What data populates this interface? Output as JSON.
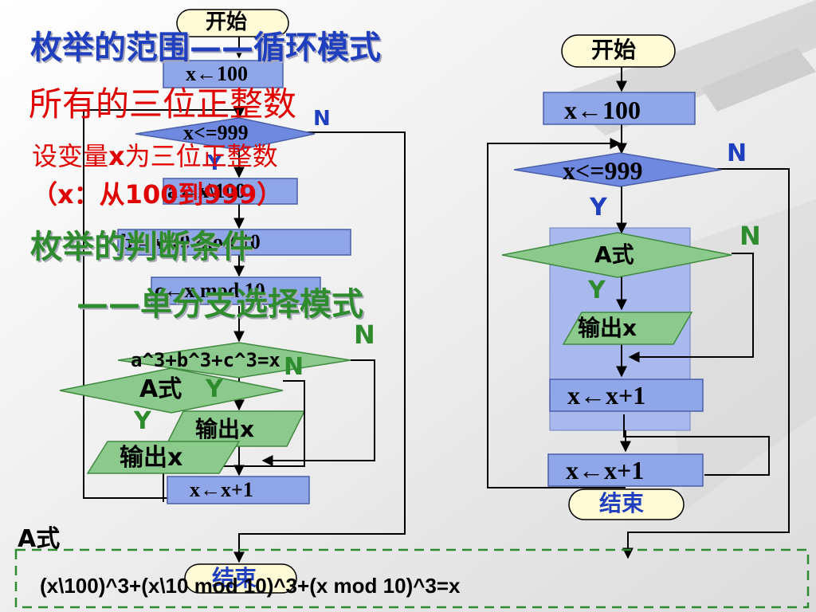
{
  "slide": {
    "title_enum_range": "枚举的范围——循环模式",
    "range_desc": "所有的三位正整数",
    "var_desc_pre": "设变量",
    "var_desc_x": "x",
    "var_desc_post": "为三位正整数",
    "range_paren_open": "（",
    "range_paren_x": "x",
    "range_paren_colon": "：从",
    "range_from": "100",
    "range_to_word": "到",
    "range_to": "999",
    "range_paren_close": "）",
    "title_condition": "枚举的判断条件",
    "title_branch": "——单分支选择模式",
    "a_formula_label": "A式",
    "a_formula": "(x\\100)^3+(x\\10 mod 10)^3+(x mod 10)^3=x"
  },
  "left_flowchart": {
    "start": "开始",
    "init": "x←100",
    "loop_cond": "x<=999",
    "loop_no": "N",
    "loop_yes": "Y",
    "step_a": "a←x\\100",
    "step_b": "b←x\\10 mod 10",
    "step_c": "c←x mod 10",
    "check_cond": "a^3+b^3+c^3=x",
    "check_no": "N",
    "check_yes": "Y",
    "output": "输出x",
    "inc": "x←x+1",
    "end": "结束"
  },
  "left_overlay": {
    "cond": "A式",
    "cond_no": "N",
    "cond_yes": "Y",
    "output": "输出x"
  },
  "right_flowchart": {
    "start": "开始",
    "init": "x←100",
    "loop_cond": "x<=999",
    "loop_no": "N",
    "loop_yes": "Y",
    "cond": "A式",
    "cond_no": "N",
    "cond_yes": "Y",
    "output": "输出x",
    "inc_inner": "x←x+1",
    "inc_outer": "x←x+1",
    "end": "结束"
  },
  "colors": {
    "box_blue": "#8fa6e8",
    "diamond_blue": "#6f88e0",
    "shape_green": "#8cc98c",
    "loop_panel": "#a9b9ee",
    "terminal": "#fffbd6",
    "title_blue": "#1f3fbf",
    "title_green": "#2e8b2e",
    "red": "#e00000"
  }
}
